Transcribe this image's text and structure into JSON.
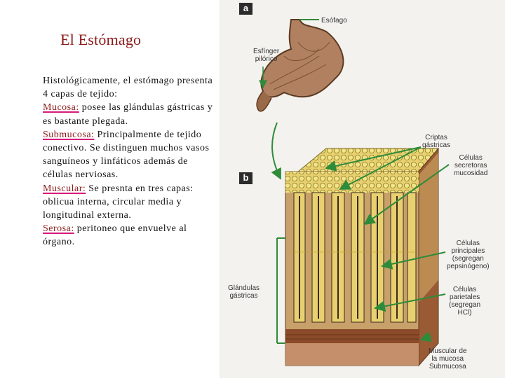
{
  "slide": {
    "title": "El Estómago",
    "intro": "Histológicamente, el estómago presenta 4 capas de tejido:",
    "layers": [
      {
        "term": "Mucosa:",
        "text": " posee las glándulas gástricas y es bastante plegada."
      },
      {
        "term": "Submucosa:",
        "text": " Principalmente de tejido conectivo. Se distinguen muchos vasos sanguíneos y linfáticos además de células nerviosas."
      },
      {
        "term": "Muscular:",
        "text": " Se presnta en tres capas: oblicua interna, circular media y longitudinal externa."
      },
      {
        "term": "Serosa:",
        "text": " peritoneo que envuelve al órgano."
      }
    ]
  },
  "figure": {
    "panel_a": "a",
    "panel_b": "b",
    "labels": {
      "esofago": "Esófago",
      "esfinter_1": "Esfínger",
      "esfinter_2": "pilórico",
      "criptas_1": "Criptas",
      "criptas_2": "gástricas",
      "secretoras_1": "Células",
      "secretoras_2": "secretoras",
      "secretoras_3": "mucosidad",
      "principales_1": "Células",
      "principales_2": "principales",
      "principales_3": "(segregan",
      "principales_4": "pepsinógeno)",
      "glandulas_1": "Glándulas",
      "glandulas_2": "gástricas",
      "parietales_1": "Células",
      "parietales_2": "parietales",
      "parietales_3": "(segregan",
      "parietales_4": "HCl)",
      "muscular_1": "Muscular de",
      "muscular_2": "la mucosa",
      "muscular_3": "Submucosa"
    },
    "colors": {
      "accent_title": "#8b1a1a",
      "underline": "#d81a7a",
      "arrow": "#2e8b3a",
      "stomach": "#b08060",
      "tissue_yellow": "#d8c04a",
      "tissue_dark": "#3a2a1a",
      "muscle": "#8b4a2a"
    }
  }
}
